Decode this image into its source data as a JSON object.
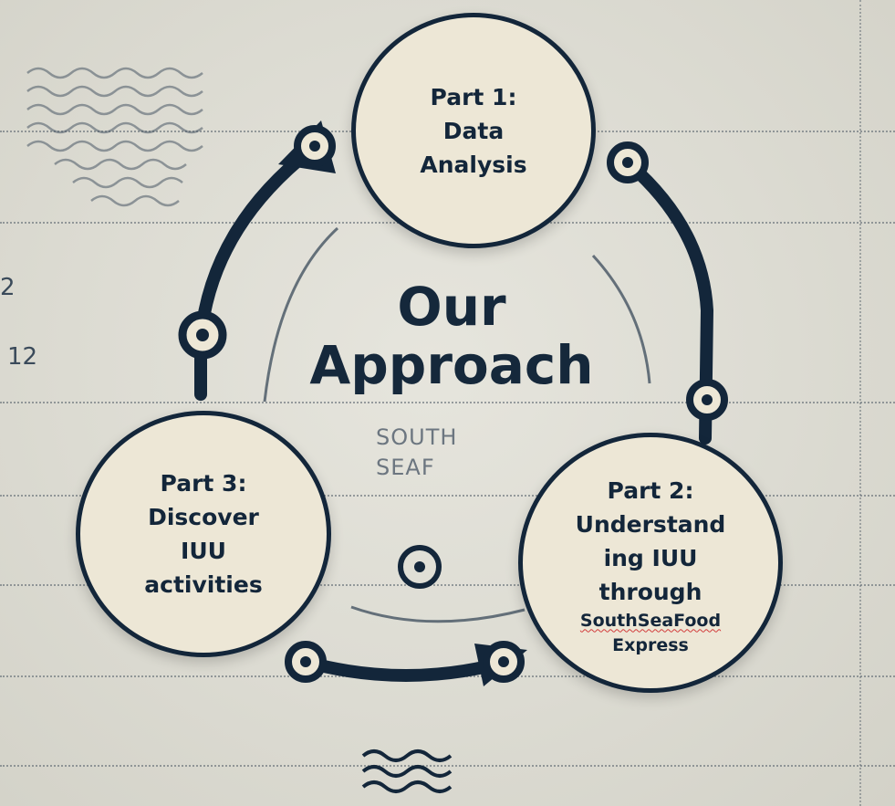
{
  "title": {
    "line1": "Our",
    "line2": "Approach"
  },
  "subtitle": {
    "line1": "SOUTH",
    "line2": "SEAF"
  },
  "edge_numbers": [
    "2",
    "12"
  ],
  "nodes": [
    {
      "lines": [
        "Part 1:",
        "Data",
        "Analysis"
      ]
    },
    {
      "lines": [
        "Part 2:",
        "Understand",
        "ing IUU",
        "through"
      ],
      "small_lines": [
        "SouthSeaFood",
        "Express"
      ]
    },
    {
      "lines": [
        "Part 3:",
        "Discover",
        "IUU",
        "activities"
      ]
    }
  ],
  "colors": {
    "background": "#dcdbd2",
    "node_fill": "#ede7d6",
    "ink": "#13263a",
    "spellcheck_underline": "#d23b3b"
  },
  "icons": [
    "target-ring-icon",
    "wave-pattern-icon",
    "arrow-head-icon"
  ]
}
